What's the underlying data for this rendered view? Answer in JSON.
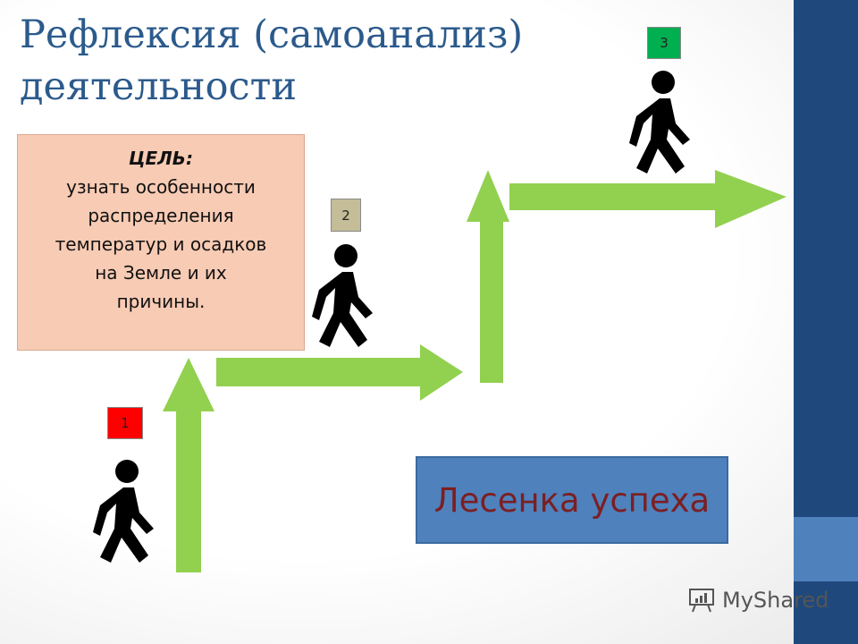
{
  "title": {
    "line1": "Рефлексия (самоанализ)",
    "line2": "деятельности"
  },
  "goal": {
    "heading": "ЦЕЛЬ:",
    "lines": [
      "узнать особенности",
      "распределения",
      "температур и осадков",
      "на Земле и их",
      "причины."
    ]
  },
  "steps": [
    {
      "label": "1",
      "color": "#FF0000"
    },
    {
      "label": "2",
      "color": "#C4BD97"
    },
    {
      "label": "3",
      "color": "#00B050"
    }
  ],
  "ladder_label": "Лесенка успеха",
  "watermark": "MyShared",
  "colors": {
    "arrow": "#92D050",
    "sidebar": "#1F497D",
    "accent": "#4F81BD"
  }
}
